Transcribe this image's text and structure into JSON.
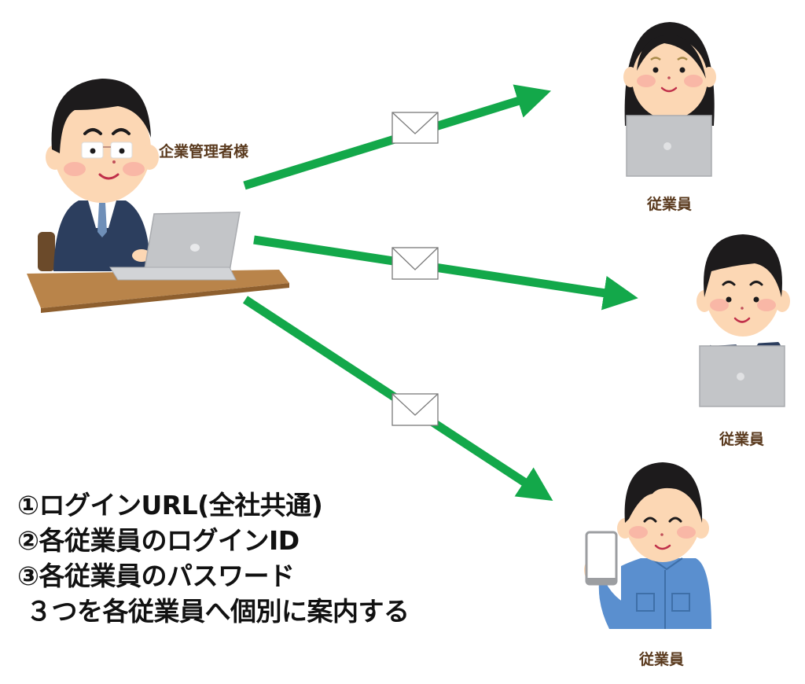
{
  "colors": {
    "arrow": "#13a84a",
    "label": "#5a3a1e",
    "text": "#111111",
    "suit": "#2c3e5e",
    "skin": "#fcd7b4",
    "cheek": "#f8a9a0",
    "hair": "#1d1b1c",
    "laptop": "#c3c5c8",
    "desk": "#b9844a",
    "work_uniform": "#5a8fcf",
    "envelope_stroke": "#7a7a7a"
  },
  "sender": {
    "label": "企業管理者様",
    "icon": "manager-at-laptop-illustration"
  },
  "recipients": [
    {
      "label": "従業員",
      "icon": "female-employee-with-laptop-illustration"
    },
    {
      "label": "従業員",
      "icon": "male-employee-with-laptop-illustration"
    },
    {
      "label": "従業員",
      "icon": "worker-holding-smartphone-illustration"
    }
  ],
  "arrows": [
    {
      "name": "arrow-to-employee-1",
      "message_icon": "envelope-icon"
    },
    {
      "name": "arrow-to-employee-2",
      "message_icon": "envelope-icon"
    },
    {
      "name": "arrow-to-employee-3",
      "message_icon": "envelope-icon"
    }
  ],
  "notes": {
    "lines": [
      "①ログインURL(全社共通)",
      "②各従業員のログインID",
      "③各従業員のパスワード",
      " ３つを各従業員へ個別に案内する"
    ]
  }
}
